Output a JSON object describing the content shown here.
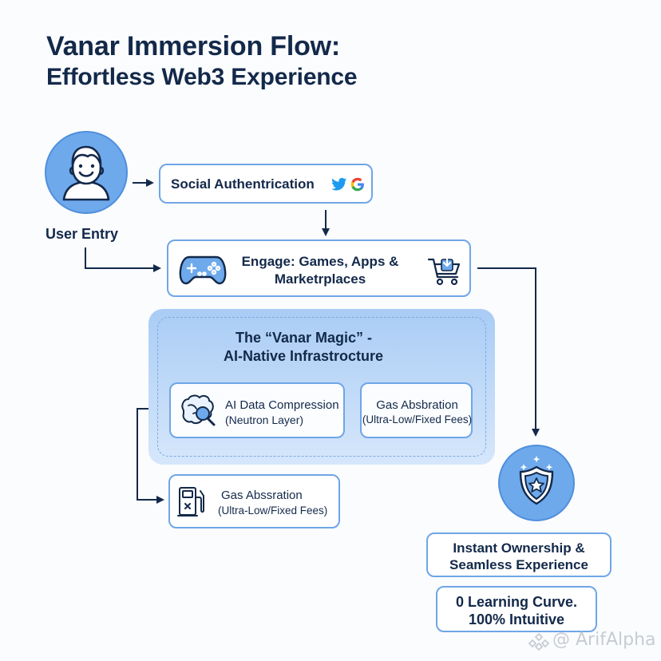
{
  "title": {
    "line1": "Vanar Immersion Flow:",
    "line2": "Effortless Web3 Experience"
  },
  "colors": {
    "accent": "#6ea9ec",
    "border": "#6fa6e6",
    "text": "#13294a",
    "panel": "#b8d5f7"
  },
  "nodes": {
    "user_entry": {
      "label": "User Entry",
      "icon": "user-avatar-icon"
    },
    "social_auth": {
      "label": "Social Authentrication",
      "icons": [
        "twitter-icon",
        "google-icon"
      ]
    },
    "engage": {
      "line1": "Engage: Games, Apps &",
      "line2": "Marketrplaces",
      "icons": [
        "gamepad-icon",
        "shopping-cart-icon"
      ]
    },
    "magic": {
      "line1": "The “Vanar Magic” -",
      "line2": "AI-Native Infrastrocture",
      "cards": [
        {
          "title": "AI Data Compression",
          "subtitle": "(Neutron Layer)",
          "icon": "brain-search-icon"
        },
        {
          "title": "Gas Absbration",
          "subtitle": "(Ultra-Low/Fixed Fees)"
        }
      ]
    },
    "gas_card": {
      "title": "Gas Abssration",
      "subtitle": "(Ultra-Low/Fixed Fees)",
      "icon": "fuel-pump-icon"
    },
    "ownership": {
      "icon": "shield-star-icon",
      "line1": "Instant Ownership &",
      "line2": "Seamless Experience"
    },
    "learning": {
      "line1": "0 Learning Curve.",
      "line2": "100% Intuitive"
    }
  },
  "watermark": "@ ArifAlpha"
}
